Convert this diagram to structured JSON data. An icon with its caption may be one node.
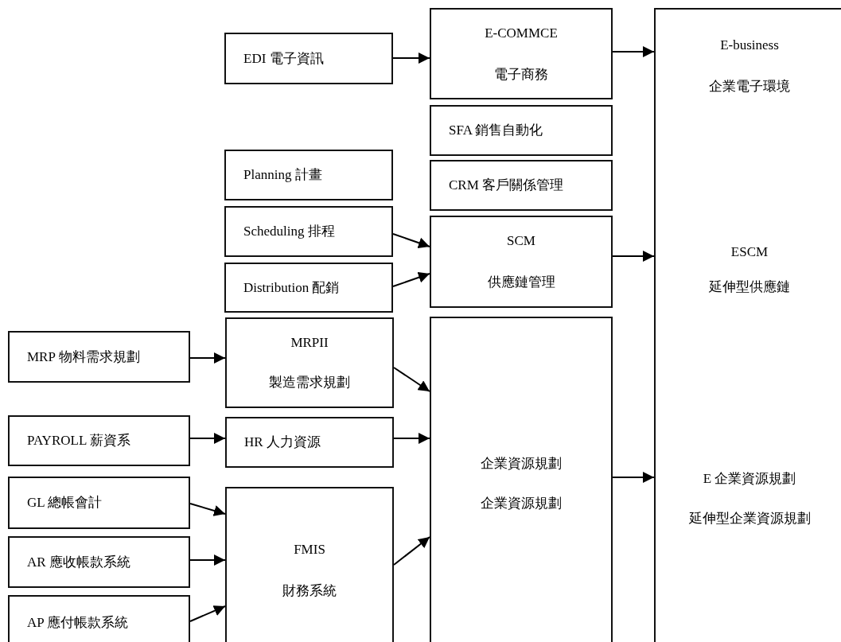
{
  "diagram": {
    "nodes": [
      {
        "text": [
          "EDI 電子資訊"
        ]
      },
      {
        "text": [
          "E-COMMCE",
          "電子商務"
        ]
      },
      {
        "text": [
          "E-business",
          "企業電子環境",
          "ESCM",
          "延伸型供應鏈",
          "E 企業資源規劃",
          "延伸型企業資源規劃"
        ]
      },
      {
        "text": [
          "SFA 銷售自動化"
        ]
      },
      {
        "text": [
          "Planning 計畫"
        ]
      },
      {
        "text": [
          "CRM 客戶關係管理"
        ]
      },
      {
        "text": [
          "Scheduling 排程"
        ]
      },
      {
        "text": [
          "SCM",
          "供應鏈管理"
        ]
      },
      {
        "text": [
          "Distribution 配銷"
        ]
      },
      {
        "text": [
          "MRP 物料需求規劃"
        ]
      },
      {
        "text": [
          "MRPII",
          "製造需求規劃"
        ]
      },
      {
        "text": [
          "企業資源規劃",
          "企業資源規劃"
        ]
      },
      {
        "text": [
          "PAYROLL 薪資系"
        ]
      },
      {
        "text": [
          "HR 人力資源"
        ]
      },
      {
        "text": [
          "GL 總帳會計"
        ]
      },
      {
        "text": [
          "FMIS",
          "財務系統"
        ]
      },
      {
        "text": [
          "AR 應收帳款系統"
        ]
      },
      {
        "text": [
          "AP 應付帳款系統"
        ]
      }
    ],
    "edges": [
      {
        "from": 0,
        "to": 1,
        "arrow": "to"
      },
      {
        "from": 1,
        "to": 2,
        "arrow": "to"
      },
      {
        "from": 6,
        "to": 7,
        "arrow": "to"
      },
      {
        "from": 8,
        "to": 7,
        "arrow": "to"
      },
      {
        "from": 7,
        "to": 2,
        "arrow": "to"
      },
      {
        "from": 9,
        "to": 10,
        "arrow": "to"
      },
      {
        "from": 10,
        "to": 11,
        "arrow": "to"
      },
      {
        "from": 12,
        "to": 13,
        "arrow": "to"
      },
      {
        "from": 13,
        "to": 11,
        "arrow": "to"
      },
      {
        "from": 11,
        "to": 2,
        "arrow": "to"
      },
      {
        "from": 14,
        "to": 15,
        "arrow": "to"
      },
      {
        "from": 16,
        "to": 15,
        "arrow": "to"
      },
      {
        "from": 17,
        "to": 15,
        "arrow": "to"
      },
      {
        "from": 15,
        "to": 11,
        "arrow": "to"
      }
    ]
  }
}
